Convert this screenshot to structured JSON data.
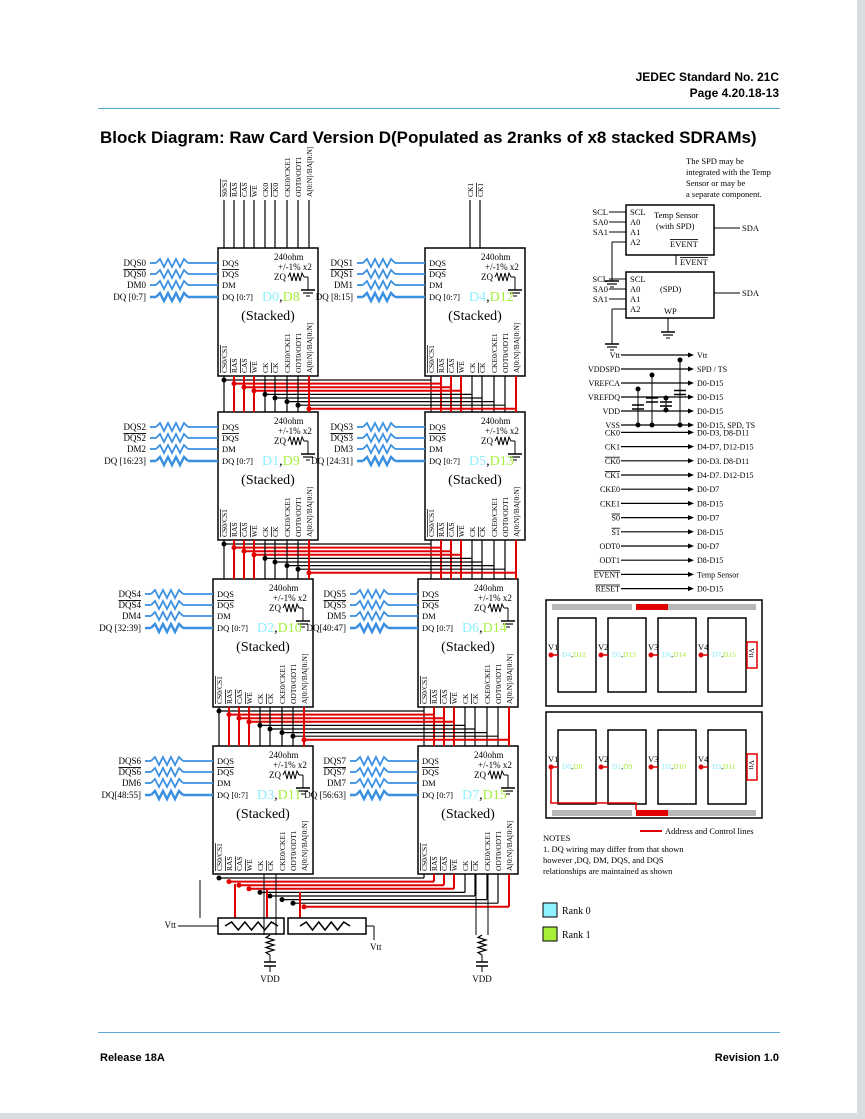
{
  "header": {
    "standard": "JEDEC Standard No. 21C",
    "page": "Page 4.20.18-13"
  },
  "title": "Block Diagram: Raw Card Version D(Populated as 2ranks of x8 stacked SDRAMs)",
  "footer": {
    "release": "Release 18A",
    "revision": "Revision 1.0"
  },
  "colors": {
    "rank0": "#8ff0ff",
    "rank1": "#a6f03c",
    "bus_red": "#e00000",
    "dq_blue": "#3a8fe0",
    "rule": "#5aa9d6"
  },
  "chip_common": {
    "pins": [
      "DQS",
      "DQS",
      "DM",
      "DQ [0:7]"
    ],
    "res1": "240ohm",
    "res2": "+/-1% x2",
    "zq": "ZQ",
    "stacked": "(Stacked)",
    "sep": ",",
    "bottom_pins": [
      "CS0/CS1",
      "RAS",
      "CAS",
      "WE",
      "CK",
      "CK",
      "CKE0/CKE1",
      "ODT0/ODT1",
      "A[0:N]/BA[0:N]"
    ]
  },
  "top_pins_a": [
    "S0/S1",
    "RAS",
    "CAS",
    "WE",
    "CK0",
    "CK0",
    "CKE0/CKE1",
    "ODT0/ODT1",
    "A[0:N]/BA[0:N]"
  ],
  "top_pins_b": [
    "CK1",
    "CK1"
  ],
  "chips": [
    {
      "r0": "D0",
      "r1": "D8",
      "dqs": "DQS0",
      "dqsn": "DQS0",
      "dm": "DM0",
      "dq": "DQ [0:7]"
    },
    {
      "r0": "D1",
      "r1": "D9",
      "dqs": "DQS2",
      "dqsn": "DQS2",
      "dm": "DM2",
      "dq": "DQ [16:23]"
    },
    {
      "r0": "D2",
      "r1": "D10",
      "dqs": "DQS4",
      "dqsn": "DQS4",
      "dm": "DM4",
      "dq": "DQ [32:39]"
    },
    {
      "r0": "D3",
      "r1": "D11",
      "dqs": "DQS6",
      "dqsn": "DQS6",
      "dm": "DM6",
      "dq": "DQ[48:55]"
    },
    {
      "r0": "D4",
      "r1": "D12",
      "dqs": "DQS1",
      "dqsn": "DQS1",
      "dm": "DM1",
      "dq": "DQ [8:15]"
    },
    {
      "r0": "D5",
      "r1": "D13",
      "dqs": "DQS3",
      "dqsn": "DQS3",
      "dm": "DM3",
      "dq": "DQ [24:31]"
    },
    {
      "r0": "D6",
      "r1": "D14",
      "dqs": "DQS5",
      "dqsn": "DQS5",
      "dm": "DM5",
      "dq": "DQ[40:47]"
    },
    {
      "r0": "D7",
      "r1": "D15",
      "dqs": "DQS7",
      "dqsn": "DQS7",
      "dm": "DM7",
      "dq": "DQ [56:63]"
    }
  ],
  "spd_note": [
    "The SPD may be",
    "integrated with the Temp",
    "Sensor or may be",
    "a separate component."
  ],
  "temp_sensor": {
    "pins": [
      "SCL",
      "A0",
      "A1",
      "A2"
    ],
    "inputs": [
      "SCL",
      "SA0",
      "SA1"
    ],
    "name1": "Temp Sensor",
    "name2": "(with SPD)",
    "event": "EVENT",
    "event_out": "EVENT",
    "sda": "SDA"
  },
  "spd": {
    "pins": [
      "SCL",
      "A0",
      "A1",
      "A2"
    ],
    "inputs": [
      "SCL",
      "SA0",
      "SA1"
    ],
    "name": "(SPD)",
    "wp": "WP",
    "sda": "SDA"
  },
  "signals": [
    {
      "from": "Vtt",
      "to": "Vtt"
    },
    {
      "from": "VDDSPD",
      "to": "SPD / TS"
    },
    {
      "from": "VREFCA",
      "to": "D0-D15"
    },
    {
      "from": "VREFDQ",
      "to": "D0-D15"
    },
    {
      "from": "VDD",
      "to": "D0-D15"
    },
    {
      "from": "VSS",
      "to": "D0-D15, SPD, TS"
    },
    {
      "from": "CK0",
      "to": "D0-D3,  D8-D11"
    },
    {
      "from": "CK1",
      "to": "D4-D7,  D12-D15"
    },
    {
      "from": "CK0",
      "to": "D0-D3.     D8-D11",
      "bar": true
    },
    {
      "from": "CK1",
      "to": "D4-D7.     D12-D15",
      "bar": true
    },
    {
      "from": "CKE0",
      "to": "D0-D7"
    },
    {
      "from": "CKE1",
      "to": "D8-D15"
    },
    {
      "from": "S0",
      "to": "D0-D7",
      "bar": true
    },
    {
      "from": "S1",
      "to": "D8-D15",
      "bar": true
    },
    {
      "from": "ODT0",
      "to": "D0-D7"
    },
    {
      "from": "ODT1",
      "to": "D8-D15"
    },
    {
      "from": "EVENT",
      "to": "   Temp Sensor",
      "bar": true
    },
    {
      "from": "RESET",
      "to": "D0-D15",
      "bar": true
    }
  ],
  "dimm_top": {
    "vias": [
      "V1",
      "V2",
      "V3",
      "V4"
    ],
    "chips": [
      [
        "D4",
        "D12"
      ],
      [
        "D5",
        "D13"
      ],
      [
        "D6",
        "D14"
      ],
      [
        "D7",
        "D15"
      ]
    ],
    "vtt": "Vtt"
  },
  "dimm_bottom": {
    "vias": [
      "V1",
      "V2",
      "V3",
      "V4"
    ],
    "chips": [
      [
        "D0",
        "D8"
      ],
      [
        "D1",
        "D9"
      ],
      [
        "D2",
        "D10"
      ],
      [
        "D3",
        "D11"
      ]
    ],
    "vtt": "Vtt"
  },
  "legend": {
    "addr_ctrl": "Address and Control lines",
    "rank0": "Rank 0",
    "rank1": "Rank 1"
  },
  "notes": [
    "NOTES",
    "1. DQ wiring may differ from that shown",
    "however ,DQ, DM, DQS, and DQS",
    "relationships are maintained as shown"
  ],
  "termination": {
    "vtt_left": "Vtt",
    "vtt_right": "Vtt",
    "vdd_left": "VDD",
    "vdd_right": "VDD"
  }
}
